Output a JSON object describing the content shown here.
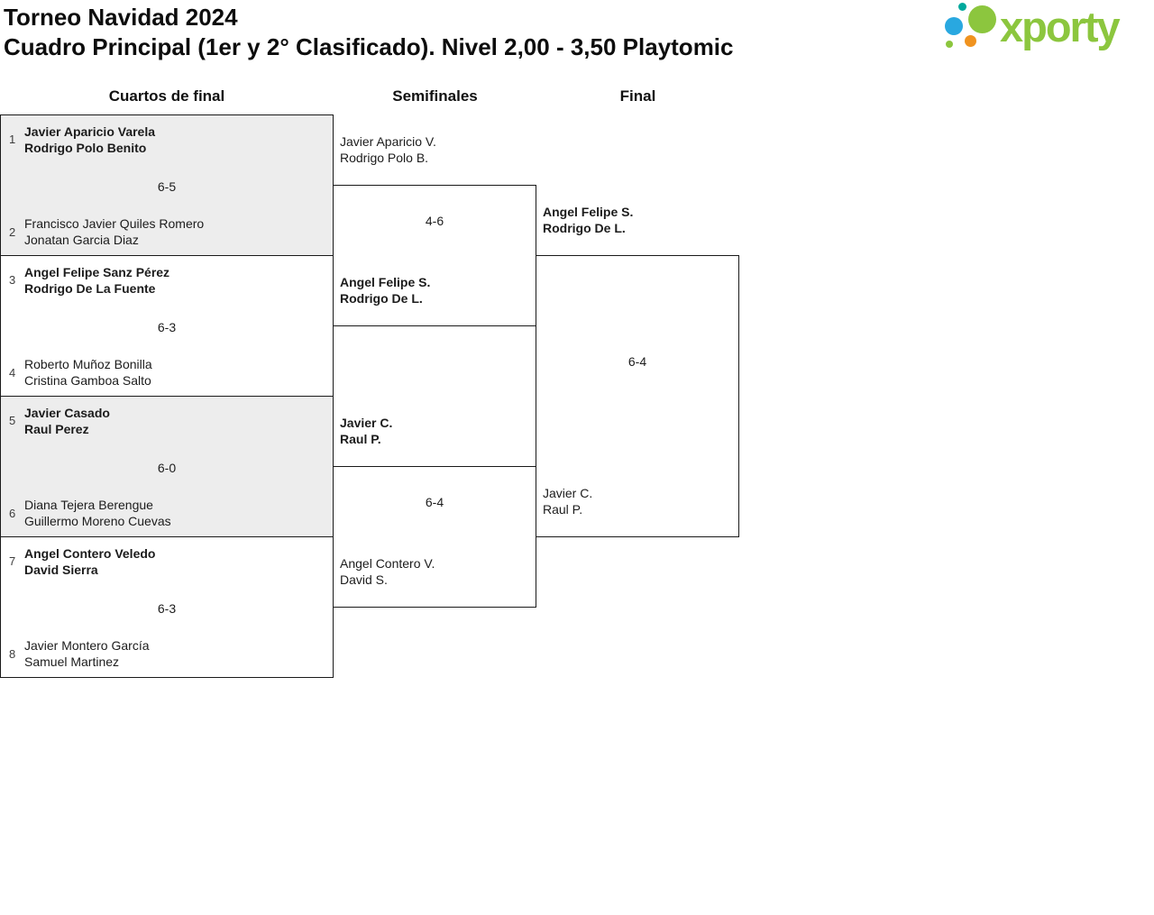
{
  "header": {
    "title_line1": "Torneo Navidad 2024",
    "title_line2": "Cuadro Principal (1er y 2° Clasificado). Nivel 2,00 - 3,50 Playtomic"
  },
  "logo": {
    "text": "xporty",
    "colors": {
      "green": "#8cc63e",
      "blue": "#29a8e0",
      "orange": "#f0931f",
      "teal": "#00a99d"
    }
  },
  "columns": {
    "quarterfinals": "Cuartos de final",
    "semifinals": "Semifinales",
    "final": "Final"
  },
  "quarterfinals": [
    {
      "seed_top": "1",
      "team_top": [
        "Javier Aparicio Varela",
        "Rodrigo Polo Benito"
      ],
      "score": "6-5",
      "seed_bottom": "2",
      "team_bottom": [
        "Francisco Javier Quiles Romero",
        "Jonatan Garcia Diaz"
      ],
      "winner": "top"
    },
    {
      "seed_top": "3",
      "team_top": [
        "Angel Felipe Sanz Pérez",
        "Rodrigo De La Fuente"
      ],
      "score": "6-3",
      "seed_bottom": "4",
      "team_bottom": [
        "Roberto Muñoz Bonilla",
        "Cristina Gamboa Salto"
      ],
      "winner": "top"
    },
    {
      "seed_top": "5",
      "team_top": [
        "Javier Casado",
        "Raul Perez"
      ],
      "score": "6-0",
      "seed_bottom": "6",
      "team_bottom": [
        "Diana Tejera Berengue",
        "Guillermo Moreno Cuevas"
      ],
      "winner": "top"
    },
    {
      "seed_top": "7",
      "team_top": [
        "Angel Contero Veledo",
        "David Sierra"
      ],
      "score": "6-3",
      "seed_bottom": "8",
      "team_bottom": [
        "Javier Montero García",
        "Samuel Martinez"
      ],
      "winner": "top"
    }
  ],
  "semifinals": [
    {
      "team_top": [
        "Javier Aparicio V.",
        "Rodrigo Polo B."
      ],
      "score": "4-6",
      "team_bottom": [
        "Angel Felipe S.",
        "Rodrigo De L."
      ],
      "winner": "bottom"
    },
    {
      "team_top": [
        "Javier C.",
        "Raul P."
      ],
      "score": "6-4",
      "team_bottom": [
        "Angel Contero V.",
        "David S."
      ],
      "winner": "top"
    }
  ],
  "final": {
    "team_top": [
      "Angel Felipe S.",
      "Rodrigo De L."
    ],
    "score": "6-4",
    "team_bottom": [
      "Javier C.",
      "Raul P."
    ],
    "winner": "top"
  }
}
